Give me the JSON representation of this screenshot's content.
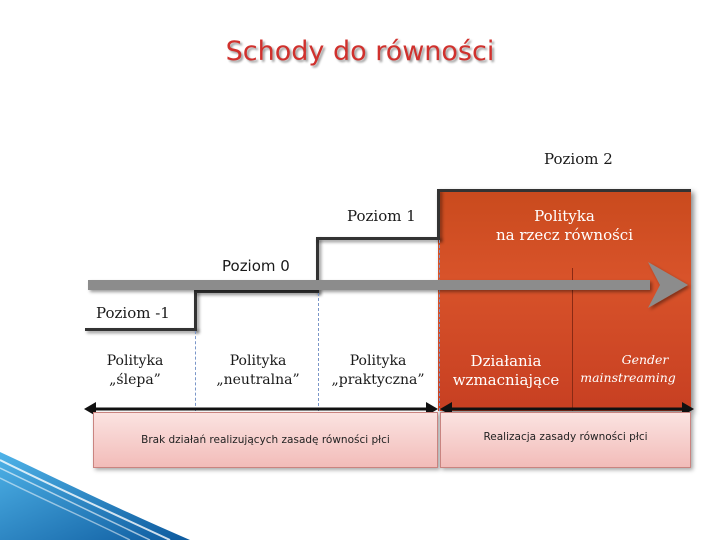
{
  "title": "Schody do równości",
  "levels": {
    "level_2": "Poziom 2",
    "level_1": "Poziom 1",
    "level_0": "Poziom 0",
    "level_minus_1": "Poziom -1"
  },
  "equality_policy": {
    "line1": "Polityka",
    "line2": "na rzecz równości"
  },
  "policies": {
    "blind": {
      "line1": "Polityka",
      "line2": "„ślepa”"
    },
    "neutral": {
      "line1": "Polityka",
      "line2": "„neutralna”"
    },
    "practical": {
      "line1": "Polityka",
      "line2": "„praktyczna”"
    }
  },
  "actions": {
    "positive_line1": "Działania",
    "positive_line2": "wzmacniające",
    "gender_line1": "Gender",
    "gender_line2": "mainstreaming"
  },
  "bottom": {
    "no_actions": "Brak działań realizujących zasadę równości płci",
    "realization": "Realizacja zasady równości płci"
  },
  "colors": {
    "title": "#d0312d",
    "equality_box": "#d24f28",
    "bottom_box": "#f5c6c3",
    "decor": "#1e7fc4"
  }
}
